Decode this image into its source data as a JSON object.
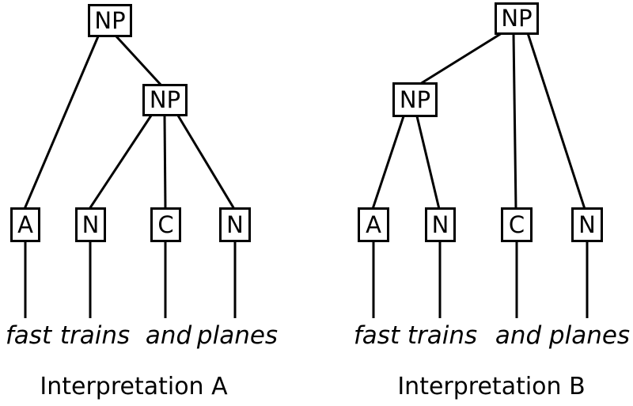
{
  "diagram": {
    "kind": "syntax-parse-trees",
    "line_color": "#000000",
    "background_color": "#ffffff",
    "trees": [
      {
        "caption": "Interpretation A",
        "root_label": "NP",
        "inner_label": "NP",
        "leaves": [
          "A",
          "N",
          "C",
          "N"
        ],
        "words": [
          "fast",
          "trains",
          "and",
          "planes"
        ],
        "structure": "[NP A [NP N C N]]"
      },
      {
        "caption": "Interpretation B",
        "root_label": "NP",
        "inner_label": "NP",
        "leaves": [
          "A",
          "N",
          "C",
          "N"
        ],
        "words": [
          "fast",
          "trains",
          "and",
          "planes"
        ],
        "structure": "[NP [NP A N] C N]"
      }
    ]
  }
}
